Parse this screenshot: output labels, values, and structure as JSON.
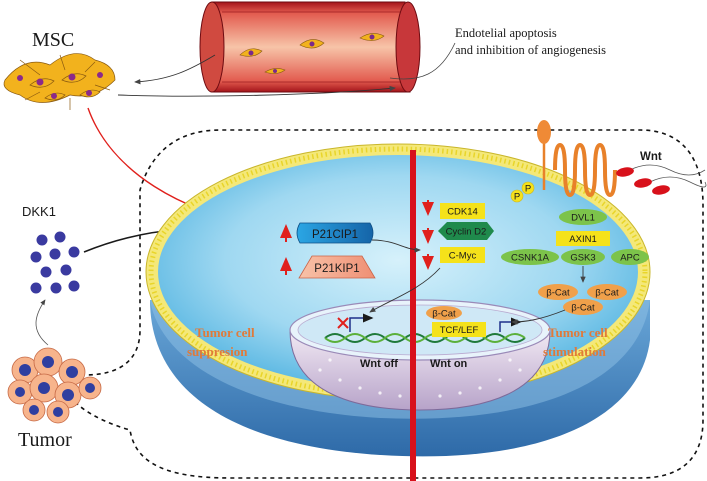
{
  "labels": {
    "msc": "MSC",
    "endothelial_line1": "Endotelial apoptosis",
    "endothelial_line2": "and inhibition of angiogenesis",
    "dkk1": "DKK1",
    "tumor": "Tumor",
    "wnt": "Wnt",
    "p21cip1": "P21CIP1",
    "p21kip1": "P21KIP1",
    "cdk14": "CDK14",
    "cyclin_d2": "Cyclin D2",
    "c_myc": "C-Myc",
    "dvl1": "DVL1",
    "axin1": "AXIN1",
    "csnk1a": "CSNK1A",
    "gsk3": "GSK3",
    "apc": "APC",
    "b_cat": "β-Cat",
    "tcf_lef": "TCF/LEF",
    "p": "P",
    "tumor_suppression_line1": "Tumor cell",
    "tumor_suppression_line2": "suppresion",
    "tumor_stimulation_line1": "Tumor cell",
    "tumor_stimulation_line2": "stimulation",
    "wnt_off": "Wnt off",
    "wnt_on": "Wnt on"
  },
  "colors": {
    "accent_orange": "#e07a3a",
    "red_arrow": "#e0201c",
    "divider_red": "#d8111b",
    "protein_yellow": "#f5e21a",
    "protein_green": "#7cc34a",
    "cyclin_green": "#1f8a4c",
    "bcat_orange": "#f0a04a",
    "p21cip_blue": "#1f86c8",
    "p21kip_salmon": "#f3a48c",
    "dkk1_purple": "#3a3aa0",
    "wnt_red": "#d8111b"
  },
  "icons": [
    "msc-cell-icon",
    "blood-vessel-icon",
    "dkk1-molecule-icon",
    "tumor-cluster-icon",
    "receptor-icon",
    "dna-helix-icon"
  ]
}
